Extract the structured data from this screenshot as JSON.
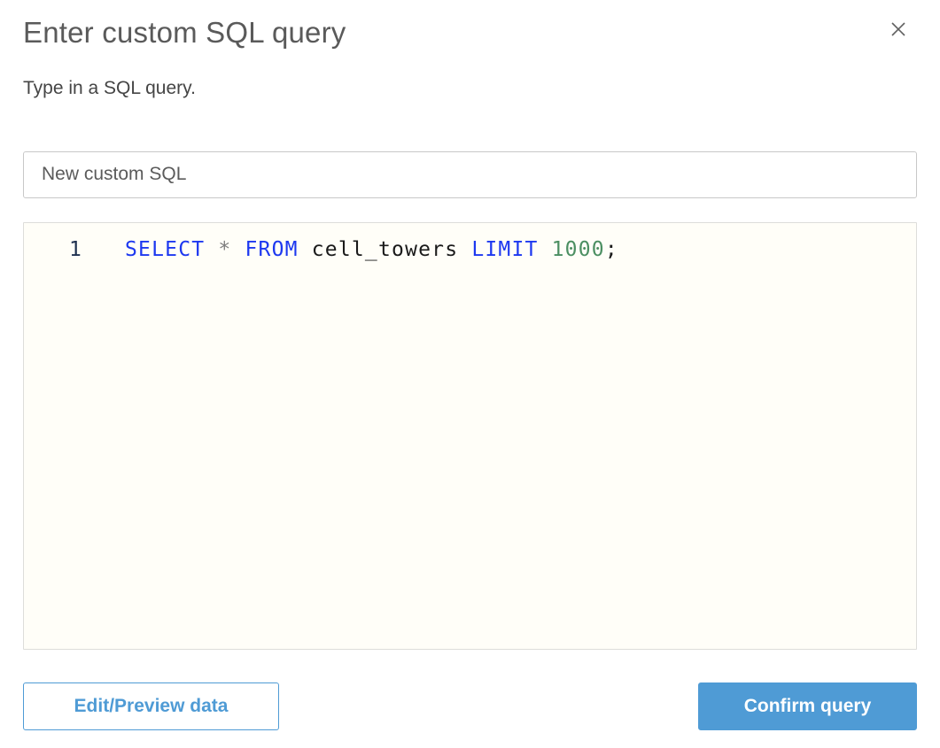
{
  "dialog": {
    "title": "Enter custom SQL query",
    "subtitle": "Type in a SQL query.",
    "close_icon": "x-close",
    "name_input": {
      "value": "New custom SQL"
    },
    "editor": {
      "lines": [
        {
          "number": "1",
          "tokens": [
            {
              "text": "SELECT",
              "type": "keyword"
            },
            {
              "text": " ",
              "type": "plain"
            },
            {
              "text": "*",
              "type": "operator"
            },
            {
              "text": " ",
              "type": "plain"
            },
            {
              "text": "FROM",
              "type": "keyword"
            },
            {
              "text": " cell_towers ",
              "type": "plain"
            },
            {
              "text": "LIMIT",
              "type": "keyword"
            },
            {
              "text": " ",
              "type": "plain"
            },
            {
              "text": "1000",
              "type": "number"
            },
            {
              "text": ";",
              "type": "plain"
            }
          ]
        }
      ]
    },
    "buttons": {
      "edit_preview": "Edit/Preview data",
      "confirm": "Confirm query"
    },
    "colors": {
      "accent_blue": "#4f9bd5",
      "keyword": "#1d38f0",
      "number_literal": "#4c8f62",
      "operator": "#7d7d7d",
      "line_number": "#1e3050",
      "editor_bg": "#fffef8"
    }
  }
}
